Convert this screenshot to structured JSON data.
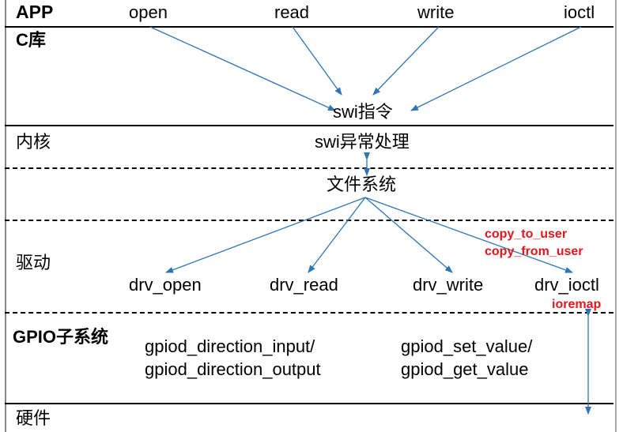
{
  "layers": {
    "app": "APP",
    "clib": "C库",
    "kernel": "内核",
    "driver": "驱动",
    "gpio": "GPIO子系统",
    "hardware": "硬件"
  },
  "app_calls": {
    "open": "open",
    "read": "read",
    "write": "write",
    "ioctl": "ioctl"
  },
  "swi_instruction": "swi指令",
  "swi_handler": "swi异常处理",
  "filesystem": "文件系统",
  "drivers": {
    "open": "drv_open",
    "read": "drv_read",
    "write": "drv_write",
    "ioctl": "drv_ioctl"
  },
  "annotations": {
    "copy_to_user": "copy_to_user",
    "copy_from_user": "copy_from_user",
    "ioremap": "ioremap"
  },
  "gpio_functions": {
    "direction_input": "gpiod_direction_input/",
    "direction_output": "gpiod_direction_output",
    "set_value": "gpiod_set_value/",
    "get_value": "gpiod_get_value"
  },
  "colors": {
    "arrow": "#2e75b6",
    "annotation": "#e3161d",
    "line": "#000000"
  }
}
